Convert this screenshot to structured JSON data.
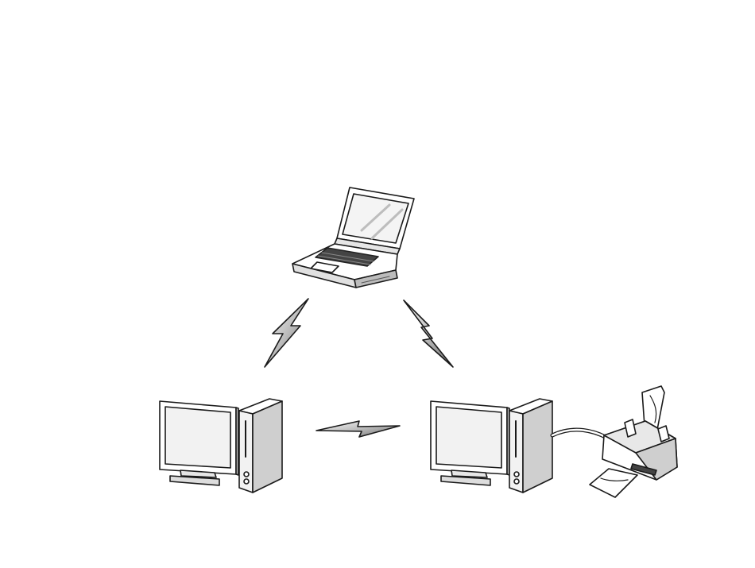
{
  "diagram": {
    "type": "wireless-ad-hoc-network",
    "nodes": [
      {
        "id": "laptop",
        "icon": "laptop-icon"
      },
      {
        "id": "desktop-left",
        "icon": "desktop-computer-icon"
      },
      {
        "id": "desktop-right",
        "icon": "desktop-computer-icon"
      },
      {
        "id": "printer",
        "icon": "printer-icon"
      }
    ],
    "links": [
      {
        "from": "laptop",
        "to": "desktop-left",
        "kind": "wireless",
        "icon": "lightning-bolt-icon"
      },
      {
        "from": "laptop",
        "to": "desktop-right",
        "kind": "wireless",
        "icon": "lightning-bolt-icon"
      },
      {
        "from": "desktop-left",
        "to": "desktop-right",
        "kind": "wireless",
        "icon": "lightning-bolt-icon"
      },
      {
        "from": "desktop-right",
        "to": "printer",
        "kind": "cable",
        "icon": "cable-icon"
      }
    ],
    "colors": {
      "line": "#1a1a1a",
      "screen_fill": "#f2f2f2",
      "shade": "#cfcfcf",
      "background": "#ffffff"
    }
  }
}
